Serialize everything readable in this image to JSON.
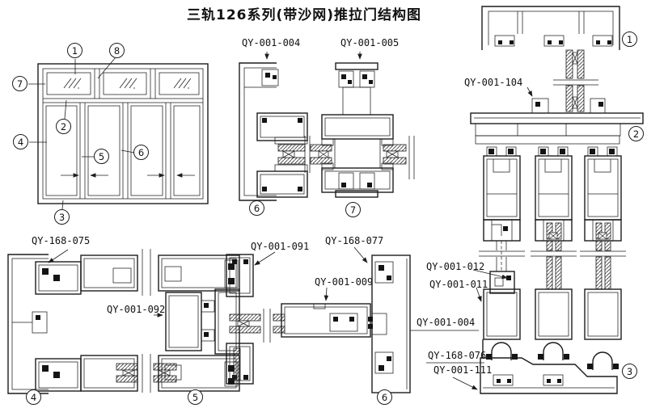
{
  "title": "三轨126系列(带沙网)推拉门结构图",
  "colors": {
    "line": "#1c1c1c",
    "background": "#ffffff"
  },
  "part_labels": {
    "l004_top": "QY-001-004",
    "l005_top": "QY-001-005",
    "l104": "QY-001-104",
    "l075": "QY-168-075",
    "l091": "QY-001-091",
    "l077": "QY-168-077",
    "l009": "QY-001-009",
    "l092": "QY-001-092",
    "l012": "QY-001-012",
    "l011": "QY-001-011",
    "l004_right": "QY-001-004",
    "l076": "QY-168-076",
    "l111": "QY-001-111"
  },
  "callouts": {
    "elevation": {
      "e1": "1",
      "e2": "2",
      "e3": "3",
      "e4": "4",
      "e5": "5",
      "e6": "6",
      "e7": "7",
      "e8": "8"
    },
    "sections": {
      "m6": "6",
      "m7": "7",
      "r1": "1",
      "r2": "2",
      "r3": "3",
      "b4": "4",
      "b5": "5",
      "b6": "6"
    }
  }
}
